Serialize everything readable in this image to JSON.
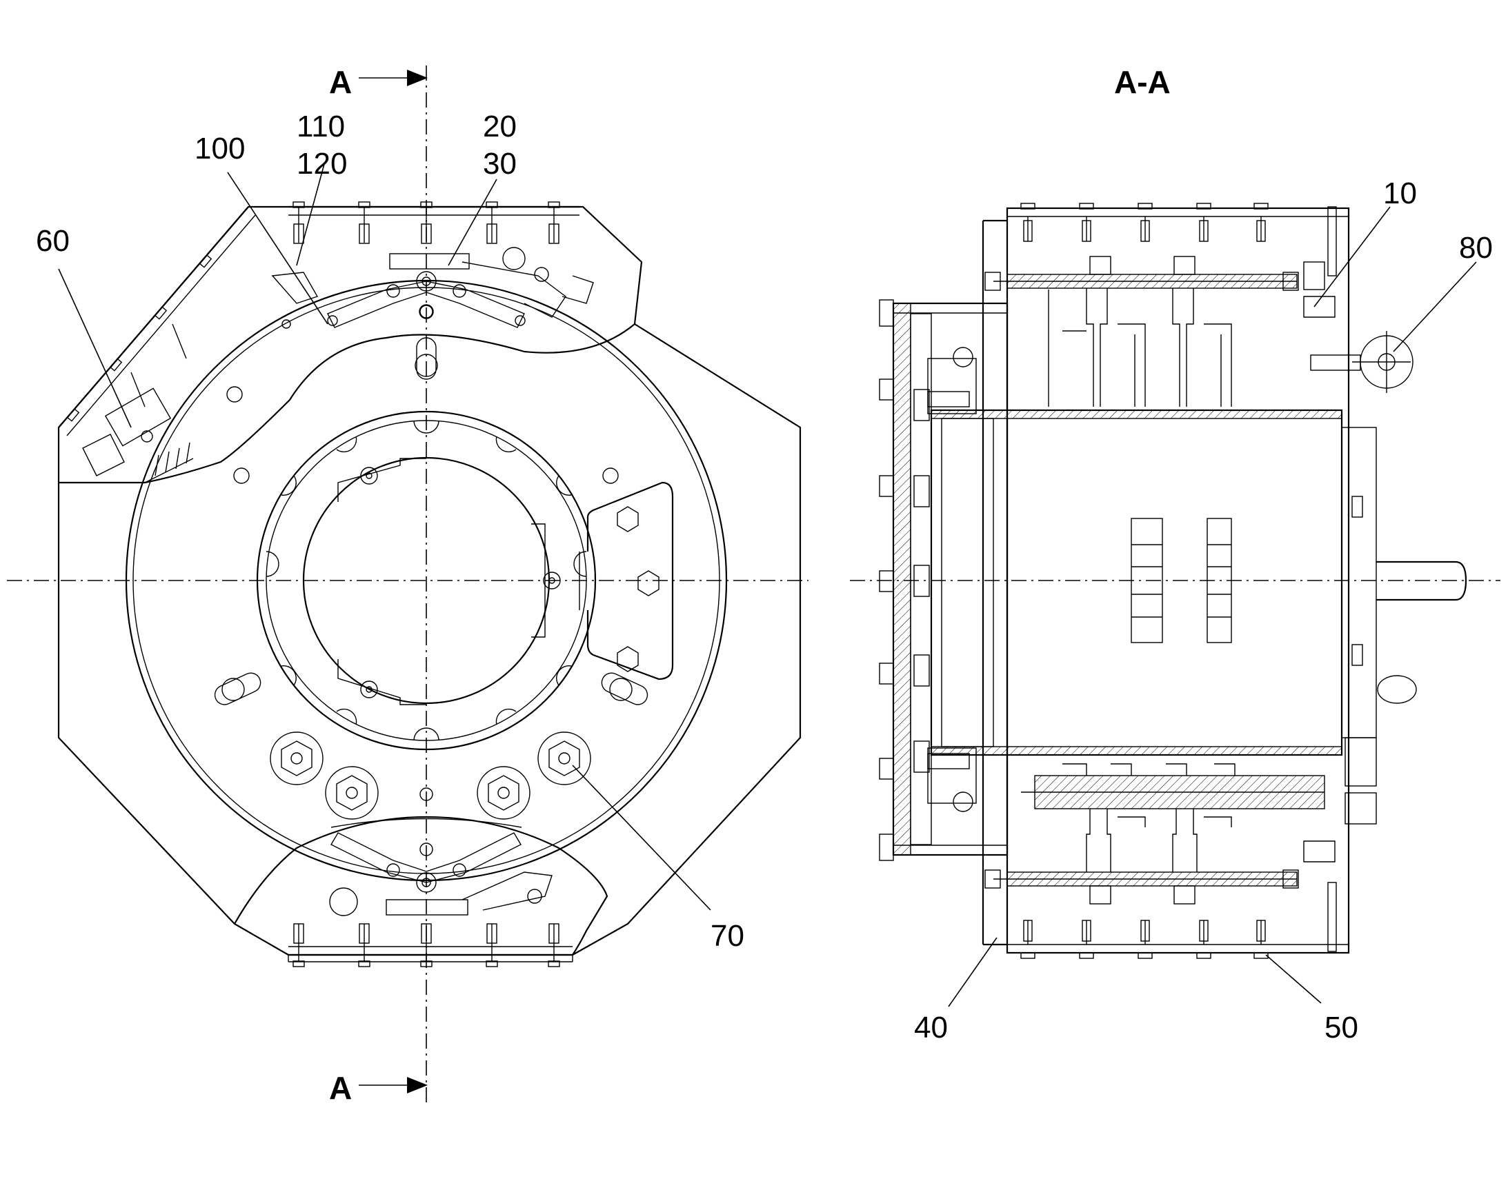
{
  "section_marks": {
    "top_letter": "A",
    "bottom_letter": "A",
    "section_title": "A-A"
  },
  "reference_numerals": {
    "n110": "110",
    "n120": "120",
    "n100": "100",
    "n20": "20",
    "n30": "30",
    "n60": "60",
    "n70": "70",
    "n10": "10",
    "n80": "80",
    "n40": "40",
    "n50": "50"
  }
}
